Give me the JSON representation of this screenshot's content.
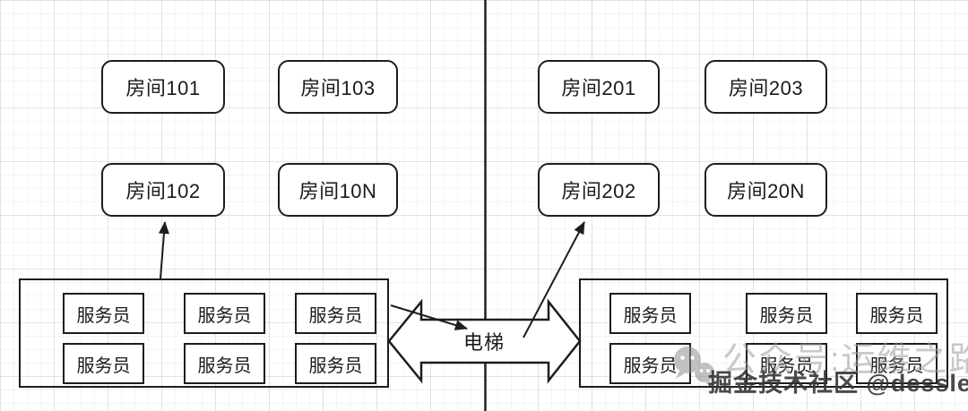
{
  "floor1": {
    "rooms": [
      "房间101",
      "房间103",
      "房间102",
      "房间10N"
    ]
  },
  "floor2": {
    "rooms": [
      "房间201",
      "房间203",
      "房间202",
      "房间20N"
    ]
  },
  "staff_left": [
    "服务员",
    "服务员",
    "服务员",
    "服务员",
    "服务员",
    "服务员"
  ],
  "staff_right": [
    "服务员",
    "服务员",
    "服务员",
    "服务员",
    "服务员",
    "服务员"
  ],
  "elevator": {
    "label": "电梯"
  },
  "watermark": {
    "icon": "wechat-icon",
    "background_text": "公众号:运维之路",
    "foreground_text": "掘金技术社区 @dessler"
  },
  "colors": {
    "stroke": "#1d1d1d",
    "canvas": "#ffffff",
    "grid_minor": "#f0f0f0",
    "grid_major": "#e3e3e3",
    "watermark_light": "#9d9d9d",
    "watermark_dark": "#363636"
  }
}
